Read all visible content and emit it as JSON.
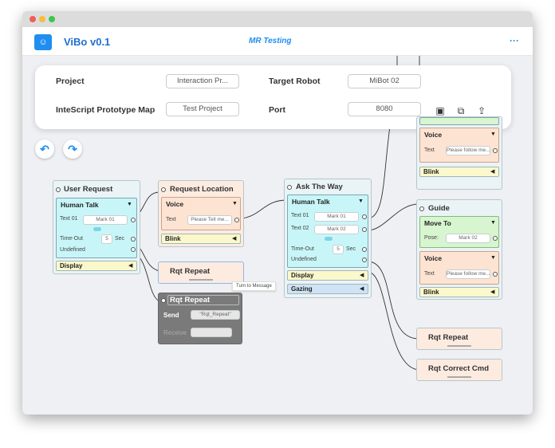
{
  "app": {
    "title": "ViBo v0.1",
    "center_title": "MR Testing",
    "more": "···"
  },
  "settings": {
    "project_label": "Project",
    "project_value": "Interaction Pr...",
    "map_label": "InteScript Prototype Map",
    "map_value": "Test Project",
    "robot_label": "Target Robot",
    "robot_value": "MiBot 02",
    "port_label": "Port",
    "port_value": "8080"
  },
  "nodes": {
    "user_request": {
      "title": "User Request",
      "talk": "Human Talk",
      "text01_label": "Text 01",
      "text01_value": "Mark 01",
      "timeout_label": "Time-Out",
      "timeout_value": "5",
      "sec": "Sec",
      "undefined_label": "Undefined",
      "display": "Display"
    },
    "request_location": {
      "title": "Request Location",
      "voice": "Voice",
      "text_label": "Text",
      "text_value": "Please Tell me...",
      "blink": "Blink"
    },
    "rqt_repeat_1": {
      "title": "Rqt Repeat",
      "tooltip": "Turn to Message"
    },
    "rqt_repeat_dark": {
      "title": "Rqt Repeat",
      "send_label": "Send",
      "send_value": "\"Rqt_Repeat\"",
      "receive_label": "Receive"
    },
    "ask_the_way": {
      "title": "Ask The Way",
      "talk": "Human Talk",
      "text01_label": "Text 01",
      "text01_value": "Mark 01",
      "text02_label": "Text 02",
      "text02_value": "Mark 02",
      "timeout_label": "Time-Out",
      "timeout_value": "5",
      "sec": "Sec",
      "undefined_label": "Undefined",
      "display": "Display",
      "gazing": "Gazing"
    },
    "top_right": {
      "voice": "Voice",
      "text_label": "Text",
      "text_value": "Please follow me...",
      "blink": "Blink"
    },
    "guide": {
      "title": "Guide",
      "move": "Move To",
      "pose_label": "Pose:",
      "pose_value": "Mark 02",
      "voice": "Voice",
      "text_label": "Text",
      "text_value": "Please follow me...",
      "blink": "Blink"
    },
    "rqt_repeat_2": {
      "title": "Rqt Repeat"
    },
    "rqt_correct": {
      "title": "Rqt Correct Cmd"
    }
  },
  "colors": {
    "accent": "#1f8ef1",
    "human_talk": "#c8f6f8",
    "voice": "#fde3d2",
    "move": "#d7f5cf",
    "yellow": "#fbf8cb",
    "blue": "#cfe3f5",
    "dark": "#7a7a7a"
  }
}
